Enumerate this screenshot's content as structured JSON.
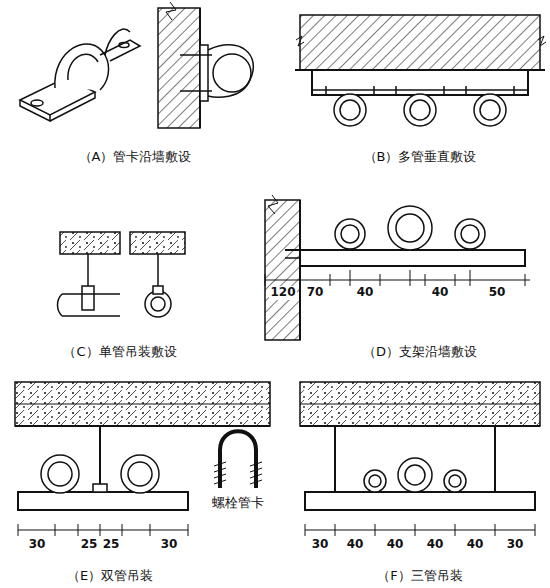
{
  "diagram": {
    "labels": [
      "（A）管卡沿墙敷设",
      "（B）多管垂直敷设",
      "（C）单管吊装敷设",
      "120",
      "70",
      "40",
      "40",
      "50",
      "（D）支架沿墙敷设",
      "螺栓管卡",
      "30",
      "25",
      "25",
      "30",
      "（E）双管吊装",
      "30",
      "40",
      "40",
      "40",
      "40",
      "30",
      "（F）三管吊装"
    ]
  }
}
